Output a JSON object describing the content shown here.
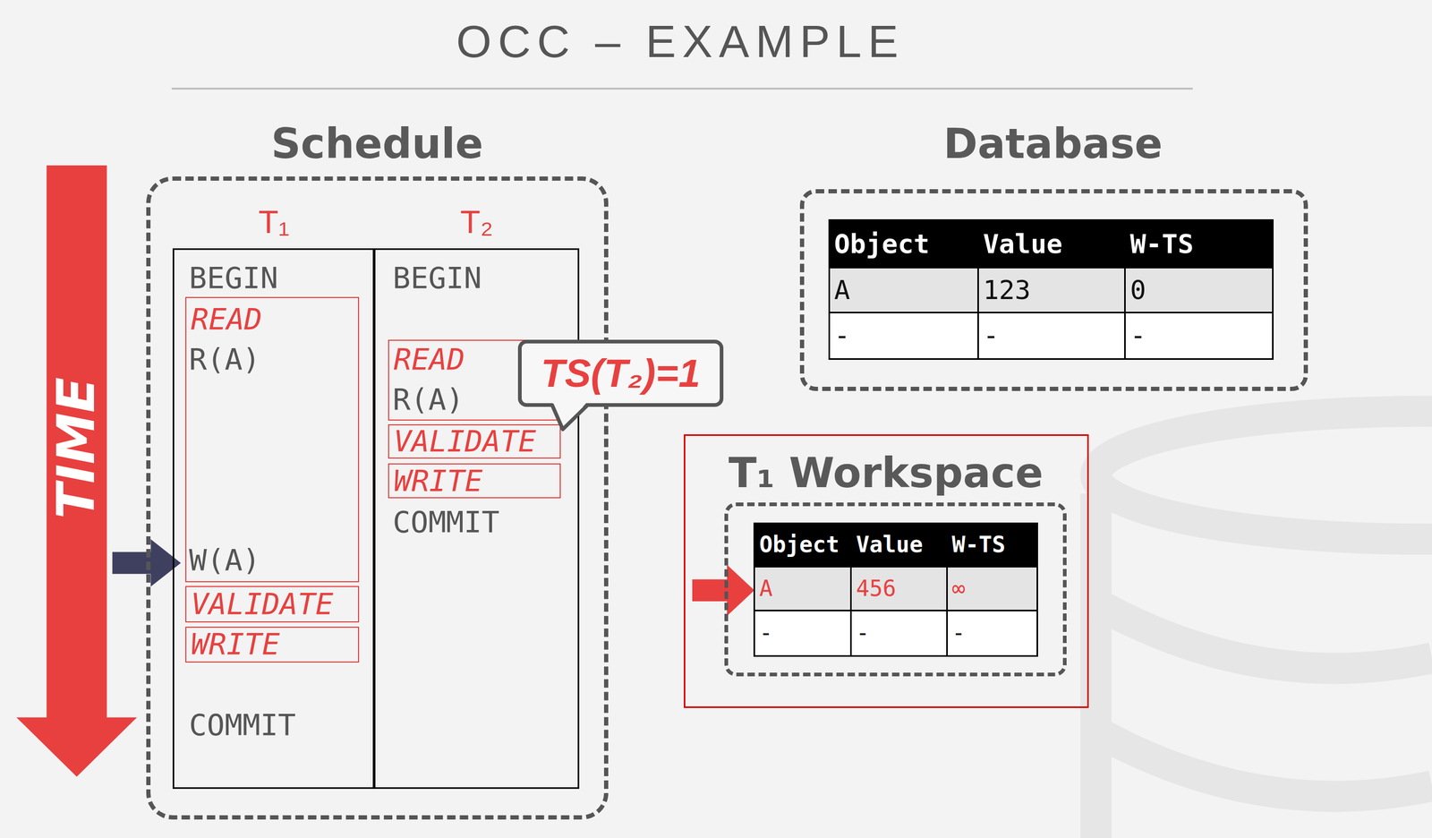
{
  "diagram": {
    "title": "OCC – EXAMPLE",
    "nodes": [
      {
        "text": [
          "Schedule"
        ]
      },
      {
        "text": [
          "T₁",
          "BEGIN",
          "COMMIT"
        ],
        "in": 0
      },
      {
        "text": [
          "READ",
          "R(A)",
          "W(A)"
        ],
        "in": 1
      },
      {
        "text": [
          "VALIDATE"
        ],
        "in": 1
      },
      {
        "text": [
          "WRITE"
        ],
        "in": 1
      },
      {
        "text": [
          "T₂",
          "BEGIN",
          "COMMIT"
        ],
        "in": 0
      },
      {
        "text": [
          "READ",
          "R(A)"
        ],
        "in": 5
      },
      {
        "text": [
          "VALIDATE"
        ],
        "in": 5
      },
      {
        "text": [
          "WRITE"
        ],
        "in": 5
      },
      {
        "text": [
          "TS(T₂)=1"
        ]
      },
      {
        "text": [
          "Database"
        ]
      },
      {
        "text": [
          "T₁ Workspace"
        ]
      }
    ],
    "labels": [
      "TIME",
      "Object",
      "Value",
      "W-TS",
      "A",
      "123",
      "0",
      "-",
      "-",
      "-",
      "Object",
      "Value",
      "W-TS",
      "A",
      "456",
      "∞",
      "-",
      "-",
      "-"
    ]
  }
}
